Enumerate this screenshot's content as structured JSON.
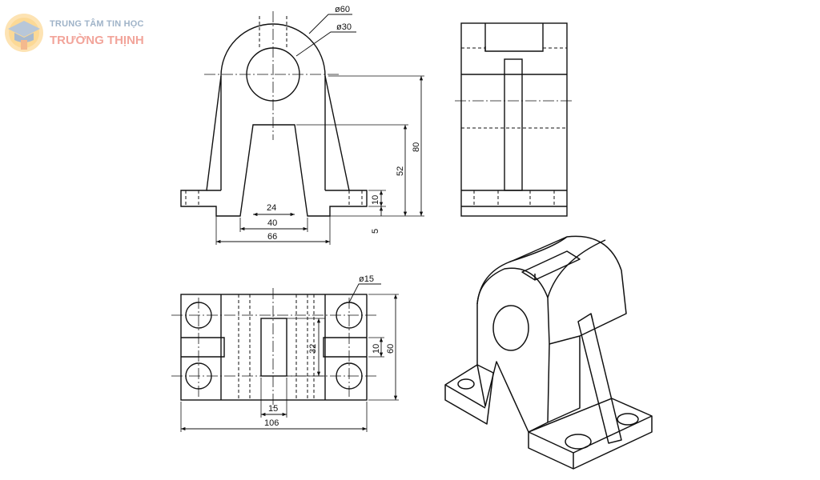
{
  "watermark": {
    "line1": "TRUNG TÂM TIN HỌC",
    "line2": "TRƯỜNG THỊNH",
    "colors": {
      "text1": "#9fb3c8",
      "text2": "#f2a49a",
      "circle": "#f7c97a"
    }
  },
  "front_view": {
    "dims": {
      "d60": "ø60",
      "d30": "ø30",
      "h80": "80",
      "h52": "52",
      "h10": "10",
      "h5": "5",
      "w24": "24",
      "w40": "40",
      "w66": "66"
    }
  },
  "top_view": {
    "dims": {
      "d15": "ø15",
      "h32": "32",
      "h10": "10",
      "h60": "60",
      "w15": "15",
      "w106": "106"
    }
  }
}
